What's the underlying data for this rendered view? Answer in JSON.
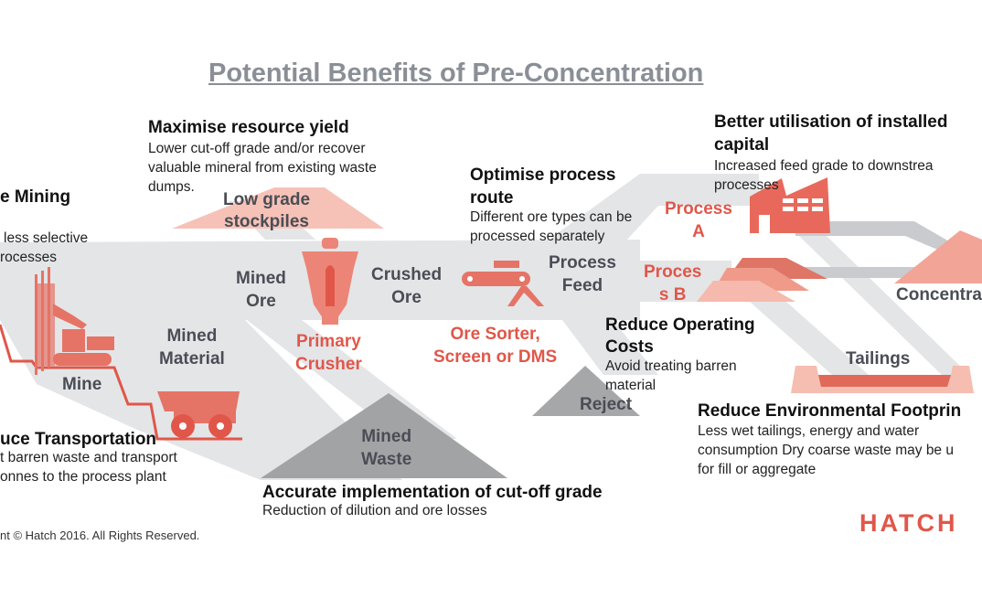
{
  "title": "Potential Benefits of Pre-Concentration",
  "benefits": {
    "resource_yield": {
      "heading": "Maximise resource yield",
      "body_lines": [
        "Lower cut-off grade and/or recover",
        "valuable mineral from existing waste",
        "dumps."
      ]
    },
    "mining": {
      "heading": "e Mining",
      "body_lines": [
        "less selective",
        "rocesses"
      ]
    },
    "transportation": {
      "heading": "uce Transportation",
      "body_lines": [
        "t barren waste and transport",
        "onnes to the process plant"
      ]
    },
    "process_route": {
      "heading_lines": [
        "Optimise process",
        "route"
      ],
      "body_lines": [
        "Different ore types can be",
        "processed separately"
      ]
    },
    "installed_capital": {
      "heading_lines": [
        "Better utilisation of installed",
        "capital"
      ],
      "body_lines": [
        "Increased feed grade to downstrea",
        "processes"
      ]
    },
    "operating_costs": {
      "heading_lines": [
        "Reduce Operating",
        "Costs"
      ],
      "body_lines": [
        "Avoid treating barren",
        "material"
      ]
    },
    "environment": {
      "heading": "Reduce Environmental Footprin",
      "body_lines": [
        "Less wet tailings, energy and water",
        "consumption Dry coarse waste may be u",
        "for fill or aggregate"
      ]
    },
    "cut_off": {
      "heading": "Accurate implementation of cut-off grade",
      "body": "Reduction of dilution and ore losses"
    }
  },
  "flow_labels": {
    "low_grade": [
      "Low grade",
      "stockpiles"
    ],
    "mined_ore": [
      "Mined",
      "Ore"
    ],
    "crushed_ore": [
      "Crushed",
      "Ore"
    ],
    "process_feed": [
      "Process",
      "Feed"
    ],
    "mined_material": [
      "Mined",
      "Material"
    ],
    "mine": "Mine",
    "mined_waste": [
      "Mined",
      "Waste"
    ],
    "reject": "Reject",
    "tailings": "Tailings",
    "concentrate": "Concentra",
    "primary_crusher": [
      "Primary",
      "Crusher"
    ],
    "ore_sorter": [
      "Ore Sorter,",
      "Screen or DMS"
    ],
    "process_a": [
      "Process",
      "A"
    ],
    "process_b": [
      "Proces",
      "s B"
    ]
  },
  "footer": {
    "copyright": "nt © Hatch 2016. All Rights Reserved.",
    "logo": "HATCH"
  },
  "colors": {
    "accent": "#e0574a",
    "band": "#e3e4e6",
    "band_dark": "#c8cacd",
    "pile_gray": "#9a9b9d",
    "pile_pink": "#f4b4a6"
  }
}
